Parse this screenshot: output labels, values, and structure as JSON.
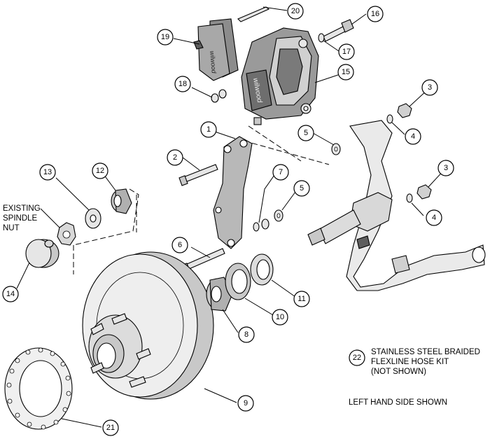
{
  "callouts": [
    {
      "num": "1"
    },
    {
      "num": "2"
    },
    {
      "num": "3"
    },
    {
      "num": "3"
    },
    {
      "num": "4"
    },
    {
      "num": "4"
    },
    {
      "num": "5"
    },
    {
      "num": "5"
    },
    {
      "num": "6"
    },
    {
      "num": "7"
    },
    {
      "num": "8"
    },
    {
      "num": "9"
    },
    {
      "num": "10"
    },
    {
      "num": "11"
    },
    {
      "num": "12"
    },
    {
      "num": "13"
    },
    {
      "num": "14"
    },
    {
      "num": "15"
    },
    {
      "num": "16"
    },
    {
      "num": "17"
    },
    {
      "num": "18"
    },
    {
      "num": "19"
    },
    {
      "num": "20"
    },
    {
      "num": "21"
    },
    {
      "num": "22"
    }
  ],
  "labels": {
    "existing_line1": "EXISTING",
    "existing_line2": "SPINDLE",
    "existing_line3": "NUT",
    "kit_line1": "STAINLESS STEEL BRAIDED",
    "kit_line2": "FLEXLINE HOSE KIT",
    "kit_line3": "(NOT SHOWN)",
    "side_note": "LEFT HAND SIDE SHOWN",
    "brand_logo": "wilwood"
  },
  "colors": {
    "caliper_fill": "#9a9a9a",
    "caliper_dark": "#5e5e5e",
    "pad_fill": "#8c8c8c",
    "metal_light": "#e6e6e6",
    "metal_mid": "#c8c8c8",
    "rotor_face": "#f4f4f4",
    "bracket_fill": "#b8b8b8"
  }
}
